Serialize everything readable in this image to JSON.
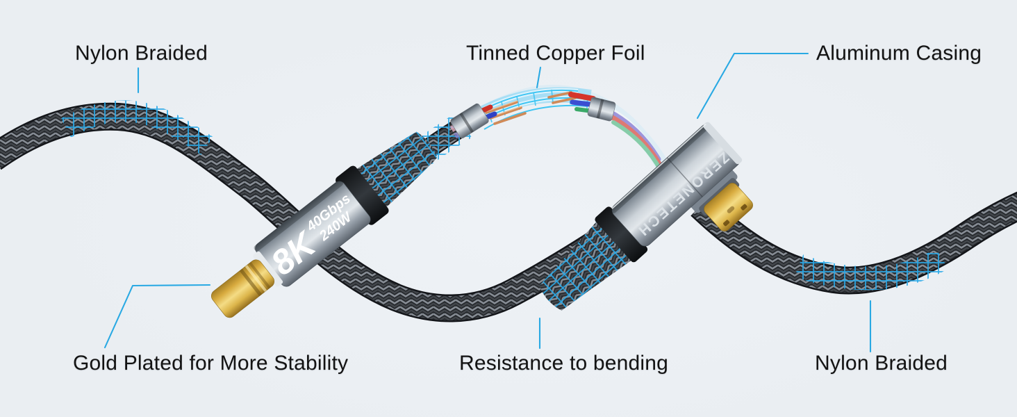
{
  "callouts": {
    "top_left": {
      "label": "Nylon Braided"
    },
    "top_center": {
      "label": "Tinned Copper Foil"
    },
    "top_right": {
      "label": "Aluminum Casing"
    },
    "bottom_left": {
      "label": "Gold Plated for More Stability"
    },
    "bottom_center": {
      "label": "Resistance to bending"
    },
    "bottom_right": {
      "label": "Nylon Braided"
    }
  },
  "connector_left": {
    "print_resolution": "8K",
    "print_speed": "40Gbps",
    "print_power": "240W"
  },
  "connector_right": {
    "brand": "ZERONETECH"
  },
  "colors": {
    "accent": "#29a9e3",
    "grid": "#2aa9e8",
    "background": "#eaeef2",
    "label_text": "#131313",
    "braid_dark": "#26292d",
    "braid_highlight": "#868c94",
    "casing_silver": "#c7ced5",
    "gold": "#e8c659",
    "copper_wire": "#d08a58",
    "wire_red": "#d5352a",
    "wire_blue": "#3a4ed2",
    "wire_green": "#3aa968",
    "glow_cyan": "#54c8f4"
  }
}
